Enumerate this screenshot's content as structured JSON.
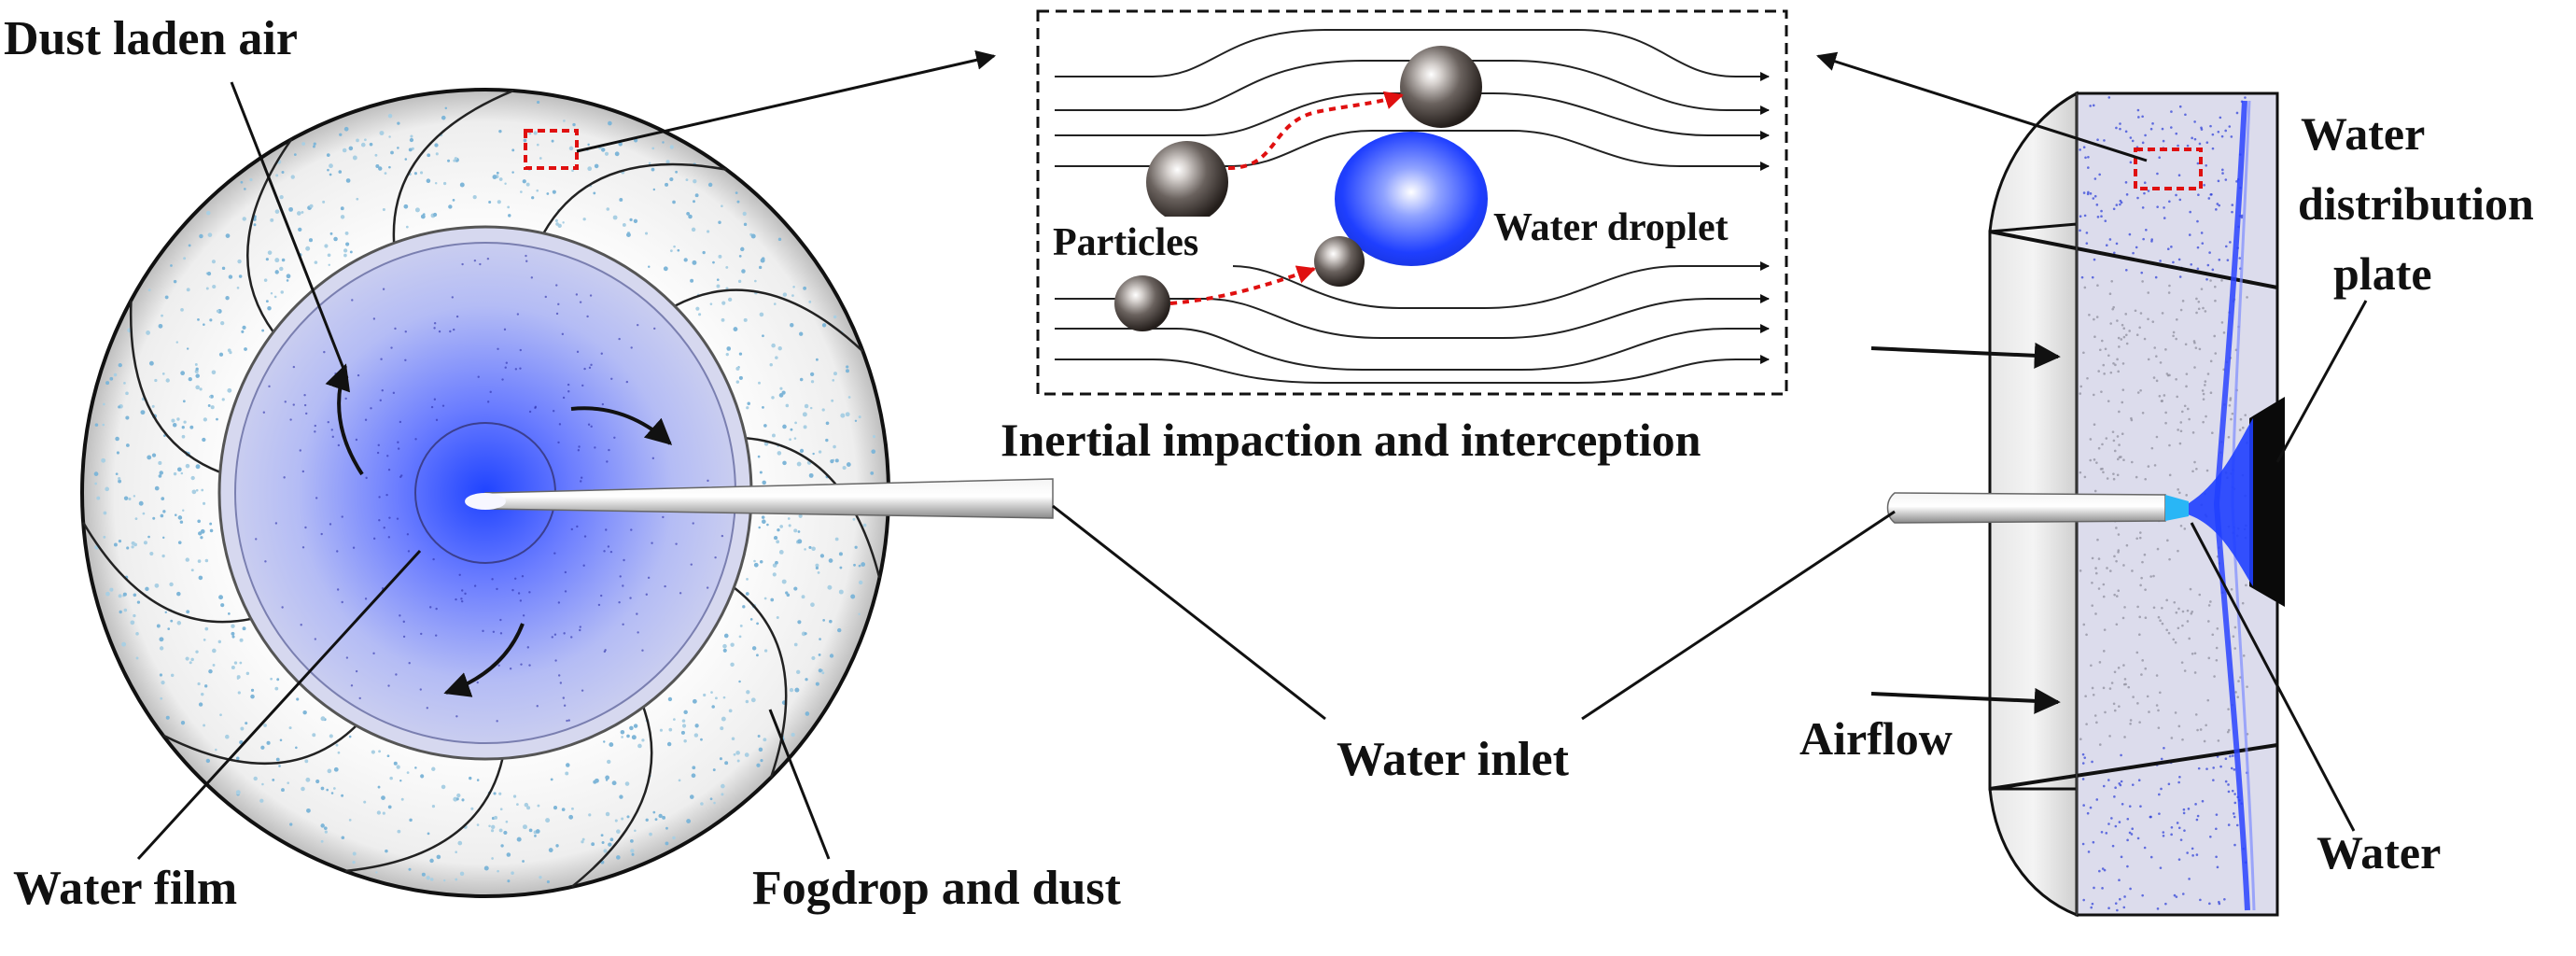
{
  "labels": {
    "dust_laden_air": "Dust laden air",
    "water_film": "Water film",
    "fogdrop_and_dust": "Fogdrop and dust",
    "water_inlet": "Water inlet",
    "particles": "Particles",
    "water_droplet": "Water droplet",
    "inertial_title": "Inertial impaction and interception",
    "water_distribution_line1": "Water",
    "water_distribution_line2": "distribution",
    "water_distribution_line3": "plate",
    "airflow": "Airflow",
    "water": "Water"
  },
  "colors": {
    "water_blue": "#1a3cff",
    "particle_dark": "#3a3330",
    "highlight_red": "#e01010",
    "nozzle_cyan": "#29b6f6",
    "line": "#111111"
  }
}
